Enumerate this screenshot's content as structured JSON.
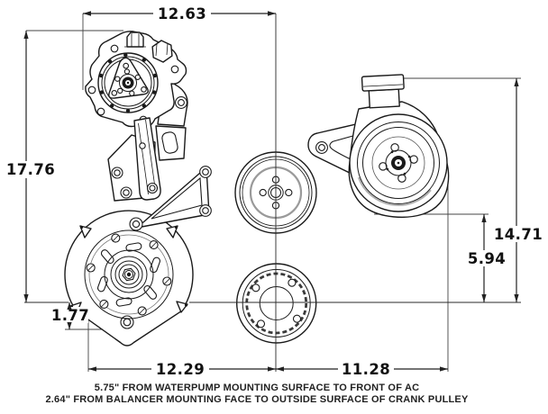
{
  "drawing": {
    "dims": {
      "width_top": "12.63",
      "height_left": "17.76",
      "alternator_drop": "1.77",
      "width_bottom_left": "12.29",
      "width_bottom_right": "11.28",
      "pulley_drop": "5.94",
      "pump_height": "14.71"
    },
    "notes": {
      "line1": "5.75\" FROM WATERPUMP  MOUNTING SURFACE TO FRONT OF AC",
      "line2": "2.64\" FROM BALANCER MOUNTING FACE TO OUTSIDE SURFACE OF CRANK PULLEY"
    },
    "colors": {
      "line": "#1a1a1a",
      "dimension": "#222222",
      "gray_accent": "#9a9a9a",
      "background": "#ffffff"
    },
    "parts": [
      "ac-compressor",
      "mounting-brackets",
      "alternator",
      "water-pump-pulley",
      "crank-pulley",
      "power-steering-pump"
    ]
  }
}
